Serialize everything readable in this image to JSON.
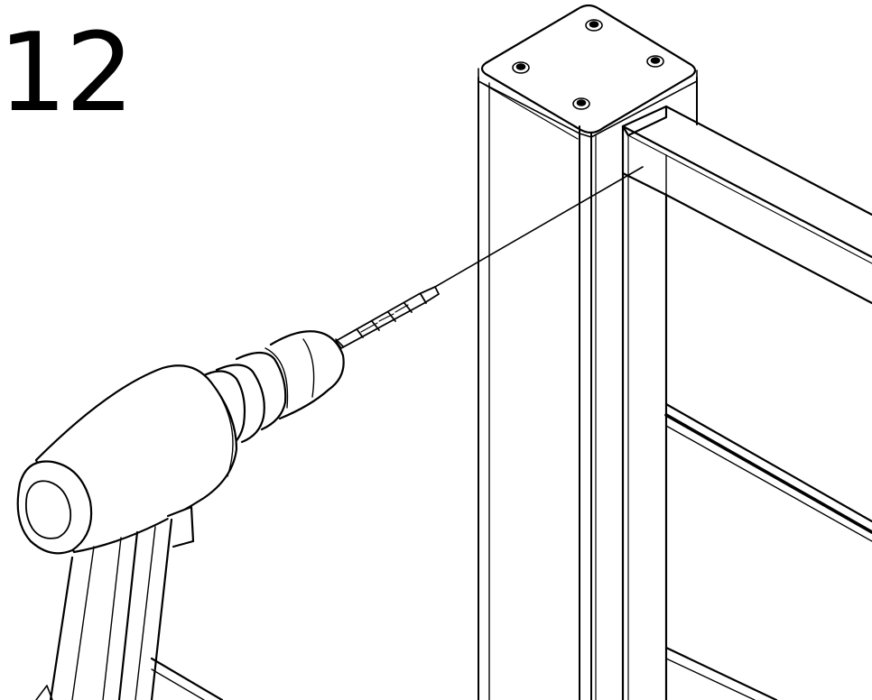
{
  "step": {
    "number": "12"
  },
  "illustration": {
    "style": "black line art on white",
    "stroke_color": "#000000",
    "background_color": "#ffffff",
    "parts": [
      "drill-icon",
      "drill-bit-icon",
      "post-icon",
      "post-cap-icon",
      "rail-icon",
      "leader-line"
    ]
  }
}
